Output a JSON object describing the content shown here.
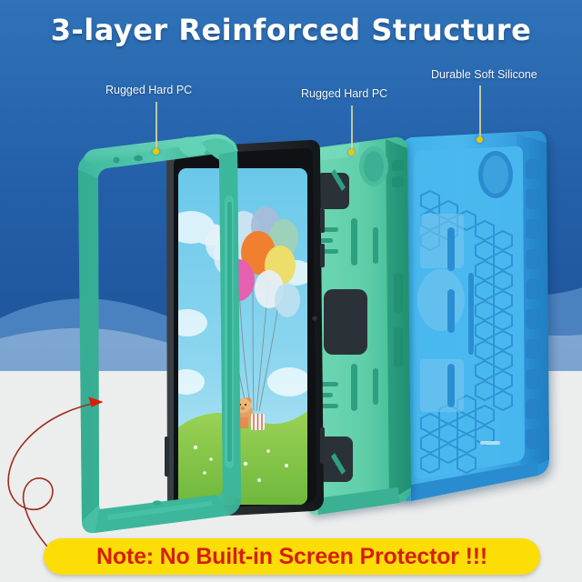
{
  "header": {
    "title": "3-layer Reinforced Structure",
    "title_color": "#ffffff",
    "bar_color": "#2f72b8"
  },
  "background": {
    "sky_top_color": "#2f72b8",
    "sky_bottom_color": "#1e5299",
    "hill_color_1": "#4f87c4",
    "hill_color_2": "#7ba5d2",
    "hill_color_3": "#93b4d8",
    "ground_color": "#eceded"
  },
  "callouts": [
    {
      "id": "callout-rugged-hard-pc-front",
      "label": "Rugged Hard PC",
      "dot_color": "#f2c50b",
      "line_color": "#dcd79a"
    },
    {
      "id": "callout-rugged-hard-pc-back",
      "label": "Rugged Hard PC",
      "dot_color": "#f2c50b",
      "line_color": "#dcd79a"
    },
    {
      "id": "callout-durable-soft-silicone",
      "label": "Durable Soft Silicone",
      "dot_color": "#f2c50b",
      "line_color": "#dcd79a"
    }
  ],
  "layers": [
    {
      "name": "front-bumper-frame",
      "material": "Rugged Hard PC",
      "color": "#4fc9ae",
      "description": "hollow teal front bumper frame, no screen protector"
    },
    {
      "name": "tablet-device",
      "material": "tablet",
      "color": "#1d2024",
      "description": "tablet with balloon and teddy bear wallpaper"
    },
    {
      "name": "back-hard-shell",
      "material": "Rugged Hard PC",
      "color": "#63d2b0",
      "description": "green hard PC back shell with kickstand cutouts"
    },
    {
      "name": "silicone-outer-case",
      "material": "Durable Soft Silicone",
      "color": "#35a7e8",
      "description": "blue soft silicone outer case with honeycomb pattern"
    }
  ],
  "wallpaper": {
    "sky_color": "#63c4e8",
    "grass_color": "#86c648",
    "balloon_colors": [
      "#f07c2a",
      "#e84fa8",
      "#f4d03f",
      "#8ed1e8",
      "#b9a7d8",
      "#f5f5f5",
      "#9fd6b0"
    ],
    "subject": "teddy bear with balloons"
  },
  "note": {
    "text": "Note: No Built-in Screen Protector !!!",
    "background_color": "#fcdd06",
    "text_color": "#d61f0a",
    "arrow_color": "#9e2a1e"
  }
}
